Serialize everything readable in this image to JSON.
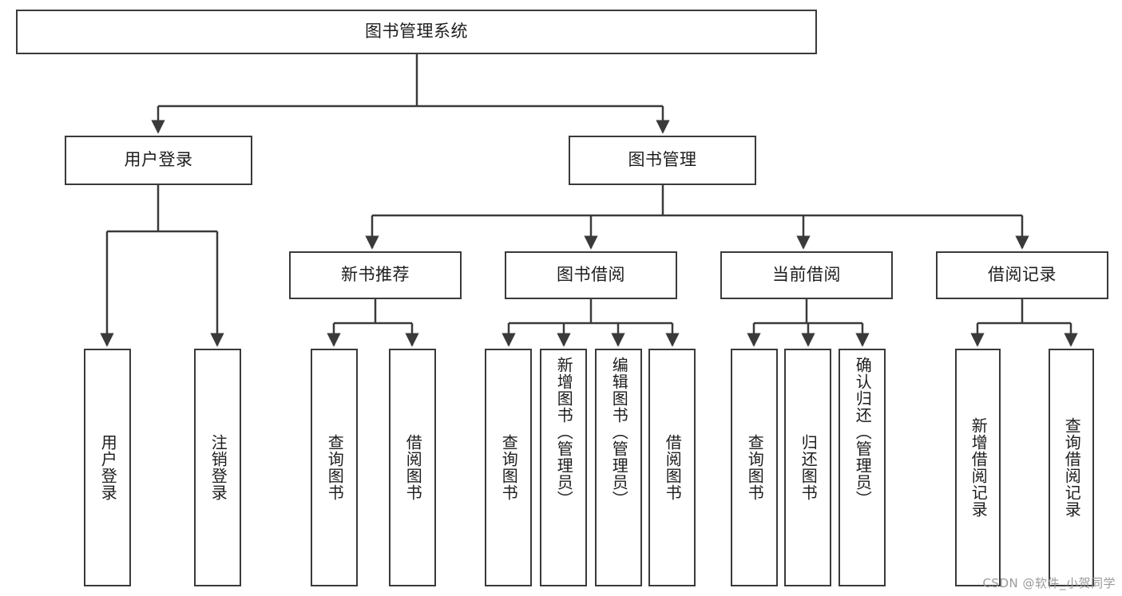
{
  "diagram": {
    "title_node": {
      "label": "图书管理系统"
    },
    "level2": [
      {
        "id": "user-login",
        "label": "用户登录"
      },
      {
        "id": "book-manage",
        "label": "图书管理"
      }
    ],
    "level3": [
      {
        "id": "new-book-recommend",
        "label": "新书推荐"
      },
      {
        "id": "book-borrow",
        "label": "图书借阅"
      },
      {
        "id": "current-borrow",
        "label": "当前借阅"
      },
      {
        "id": "borrow-record",
        "label": "借阅记录"
      }
    ],
    "leaves": {
      "user_login": [
        {
          "id": "leaf-user-login",
          "label": "用户登录"
        },
        {
          "id": "leaf-logout-login",
          "label": "注销登录"
        }
      ],
      "new_book_recommend": [
        {
          "id": "leaf-query-book-1",
          "label": "查询图书"
        },
        {
          "id": "leaf-borrow-book-1",
          "label": "借阅图书"
        }
      ],
      "book_borrow": [
        {
          "id": "leaf-query-book-2",
          "label": "查询图书"
        },
        {
          "id": "leaf-add-book",
          "label": "新增图书（管理员）"
        },
        {
          "id": "leaf-edit-book",
          "label": "编辑图书（管理员）"
        },
        {
          "id": "leaf-borrow-book-2",
          "label": "借阅图书"
        }
      ],
      "current_borrow": [
        {
          "id": "leaf-query-book-3",
          "label": "查询图书"
        },
        {
          "id": "leaf-return-book",
          "label": "归还图书"
        },
        {
          "id": "leaf-confirm-return",
          "label": "确认归还（管理员）"
        }
      ],
      "borrow_record": [
        {
          "id": "leaf-add-record",
          "label": "新增借阅记录"
        },
        {
          "id": "leaf-query-record",
          "label": "查询借阅记录"
        }
      ]
    },
    "colors": {
      "stroke": "#3a3a3a",
      "fill": "#ffffff",
      "text": "#1d1d1d",
      "watermark": "#9a9a9a"
    }
  },
  "watermark": {
    "text": "CSDN @软件_小贺同学"
  }
}
